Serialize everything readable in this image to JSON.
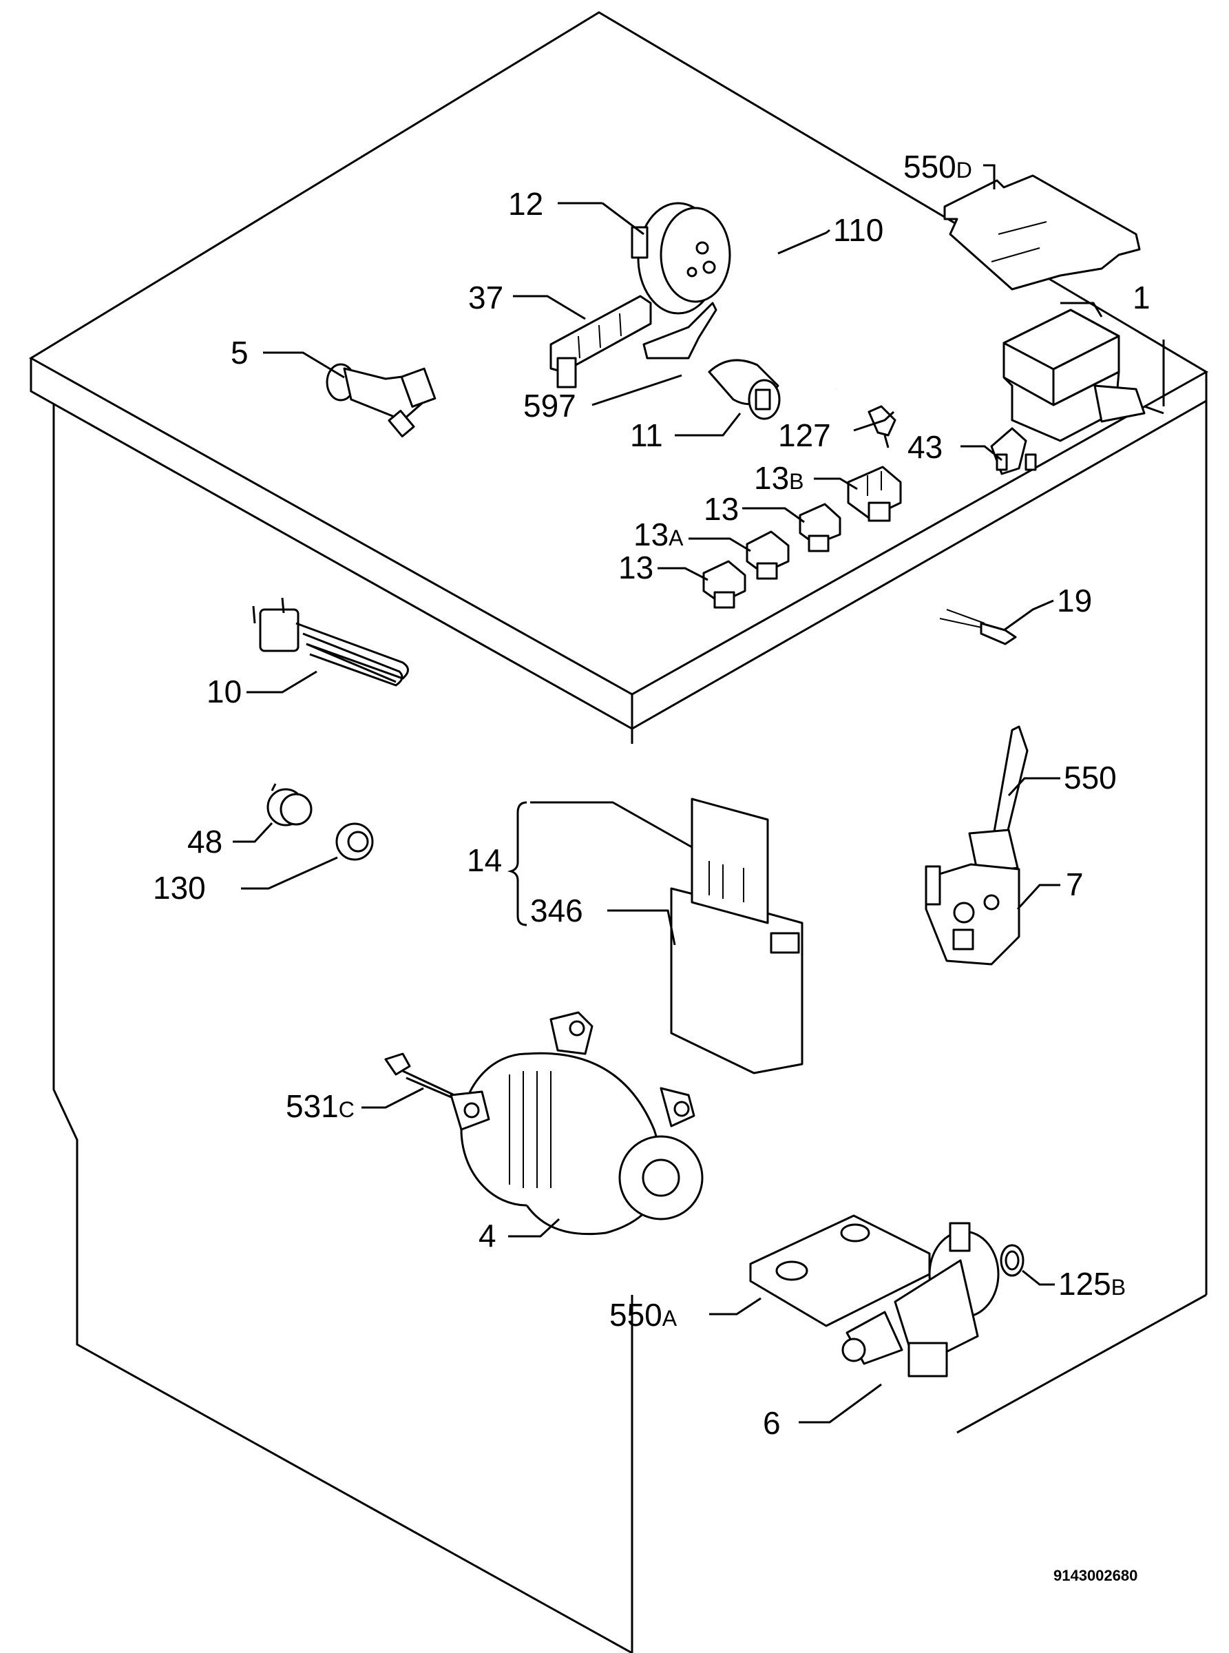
{
  "diagram": {
    "drawing_number": "9143002680",
    "callouts": {
      "c550D": {
        "main": "550",
        "suffix": "D"
      },
      "c12": {
        "main": "12",
        "suffix": ""
      },
      "c110": {
        "main": "110",
        "suffix": ""
      },
      "c1": {
        "main": "1",
        "suffix": ""
      },
      "c37": {
        "main": "37",
        "suffix": ""
      },
      "c5": {
        "main": "5",
        "suffix": ""
      },
      "c597": {
        "main": "597",
        "suffix": ""
      },
      "c11": {
        "main": "11",
        "suffix": ""
      },
      "c127": {
        "main": "127",
        "suffix": ""
      },
      "c43": {
        "main": "43",
        "suffix": ""
      },
      "c13B": {
        "main": "13",
        "suffix": "B"
      },
      "c13b": {
        "main": "13",
        "suffix": ""
      },
      "c13A": {
        "main": "13",
        "suffix": "A"
      },
      "c13a": {
        "main": "13",
        "suffix": ""
      },
      "c19": {
        "main": "19",
        "suffix": ""
      },
      "c10": {
        "main": "10",
        "suffix": ""
      },
      "c550": {
        "main": "550",
        "suffix": ""
      },
      "c48": {
        "main": "48",
        "suffix": ""
      },
      "c130": {
        "main": "130",
        "suffix": ""
      },
      "c14": {
        "main": "14",
        "suffix": ""
      },
      "c346": {
        "main": "346",
        "suffix": ""
      },
      "c7": {
        "main": "7",
        "suffix": ""
      },
      "c531C": {
        "main": "531",
        "suffix": "C"
      },
      "c4": {
        "main": "4",
        "suffix": ""
      },
      "c125B": {
        "main": "125",
        "suffix": "B"
      },
      "c550A": {
        "main": "550",
        "suffix": "A"
      },
      "c6": {
        "main": "6",
        "suffix": ""
      }
    }
  }
}
